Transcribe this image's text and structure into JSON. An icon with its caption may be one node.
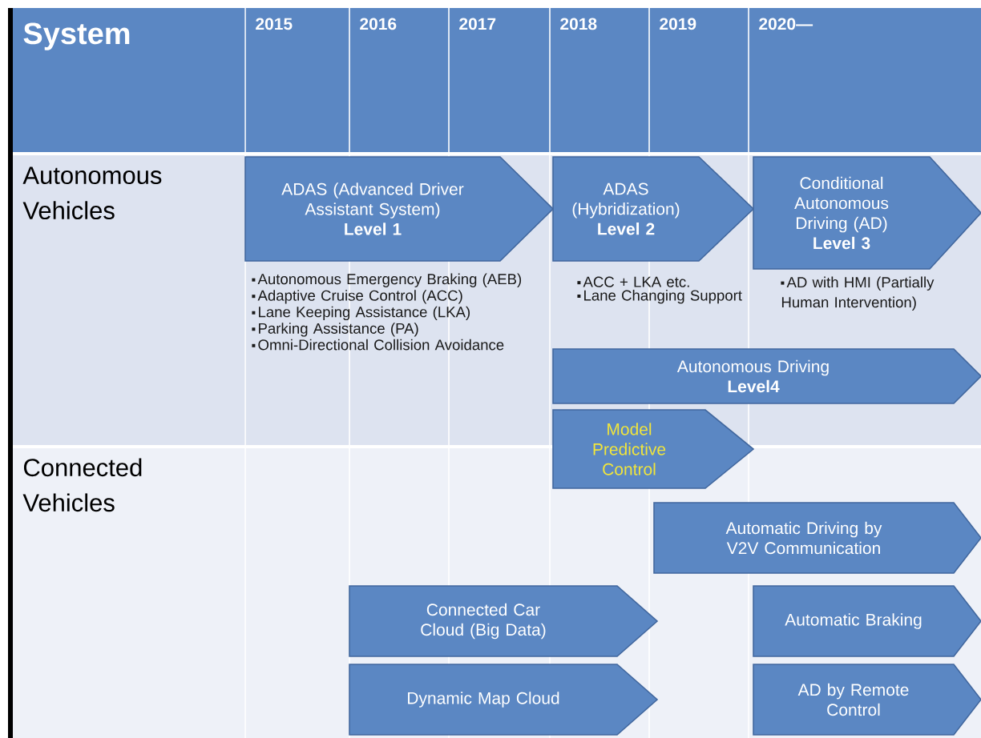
{
  "diagram": {
    "nodes": [
      {
        "text": [
          "ADAS (Advanced Driver Assistant System)",
          "Level 1"
        ],
        "beside": [
          "Autonomous Emergency Braking (AEB)",
          "Adaptive Cruise Control (ACC)",
          "Lane Keeping Assistance (LKA)",
          "Parking Assistance (PA)",
          "Omni-Directional Collision Avoidance"
        ]
      },
      {
        "text": [
          "ADAS (Hybridization)",
          "Level 2"
        ],
        "beside": [
          "ACC + LKA etc.",
          "Lane Changing Support"
        ]
      },
      {
        "text": [
          "Conditional Autonomous Driving (AD)",
          "Level 3"
        ],
        "beside": [
          "AD with HMI (Partially Human Intervention)"
        ]
      },
      {
        "text": [
          "Autonomous Driving",
          "Level4"
        ]
      },
      {
        "text": [
          "Model Predictive Control"
        ]
      },
      {
        "text": [
          "Automatic Driving by V2V Communication"
        ]
      },
      {
        "text": [
          "Connected Car Cloud (Big Data)"
        ]
      },
      {
        "text": [
          "Automatic Braking"
        ]
      },
      {
        "text": [
          "Dynamic Map Cloud"
        ]
      },
      {
        "text": [
          "AD by Remote Control"
        ]
      }
    ],
    "labels": [
      "System",
      "2015",
      "2016",
      "2017",
      "2018",
      "2019",
      "2020—",
      "Autonomous Vehicles",
      "Connected Vehicles"
    ]
  }
}
